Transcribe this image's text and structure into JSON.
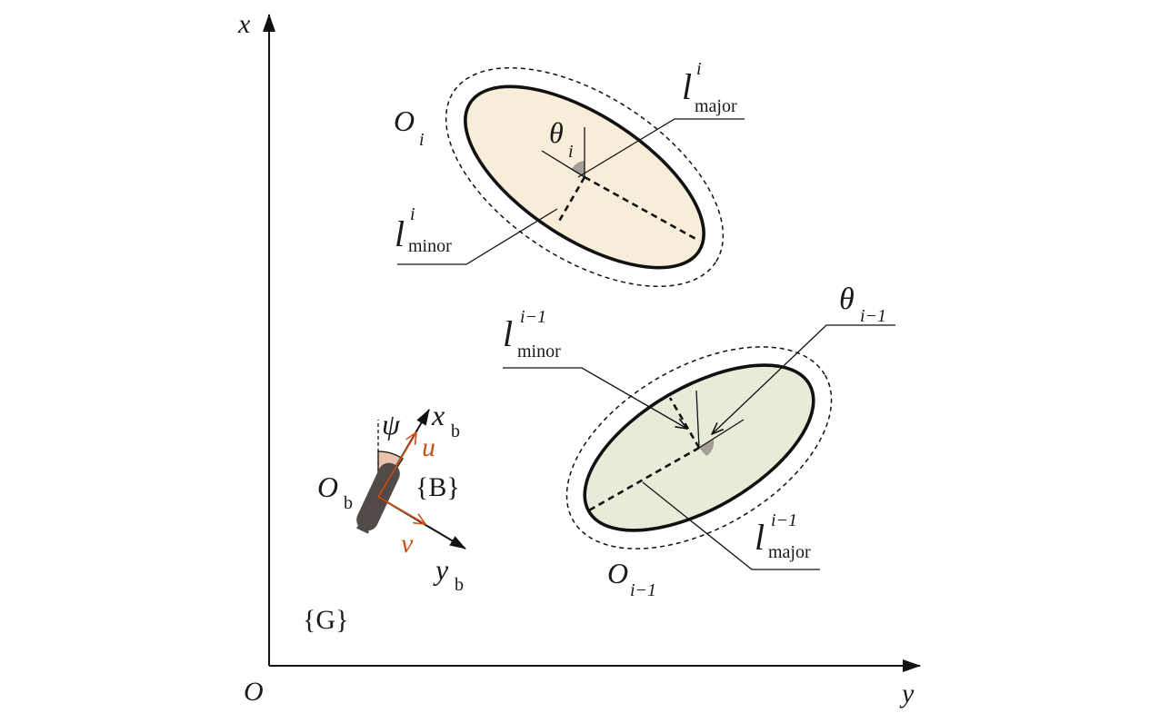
{
  "axes": {
    "x_label": "x",
    "y_label": "y",
    "origin_label": "O"
  },
  "frames": {
    "global": "{G}",
    "body": "{B}"
  },
  "vehicle": {
    "origin_main": "O",
    "origin_sub": "b",
    "heading": "ψ",
    "xb_main": "x",
    "xb_sub": "b",
    "yb_main": "y",
    "yb_sub": "b",
    "surge": "u",
    "sway": "v"
  },
  "obstacle_i": {
    "name_main": "O",
    "name_sub": "i",
    "theta_main": "θ",
    "theta_sub": "i",
    "major_main": "l",
    "major_sup": "i",
    "major_sub": "major",
    "minor_main": "l",
    "minor_sup": "i",
    "minor_sub": "minor"
  },
  "obstacle_im1": {
    "name_main": "O",
    "name_sub": "i−1",
    "theta_main": "θ",
    "theta_sub": "i−1",
    "major_main": "l",
    "major_sup": "i−1",
    "major_sub": "major",
    "minor_main": "l",
    "minor_sup": "i−1",
    "minor_sub": "minor"
  },
  "colors": {
    "ellipse_i_fill": "#f8edd9",
    "ellipse_im1_fill": "#e7ecd9",
    "vehicle_body": "#514a48",
    "vehicle_bow": "#eac3ab",
    "velocity": "#c8521c",
    "angle_wedge": "#a49e96"
  }
}
